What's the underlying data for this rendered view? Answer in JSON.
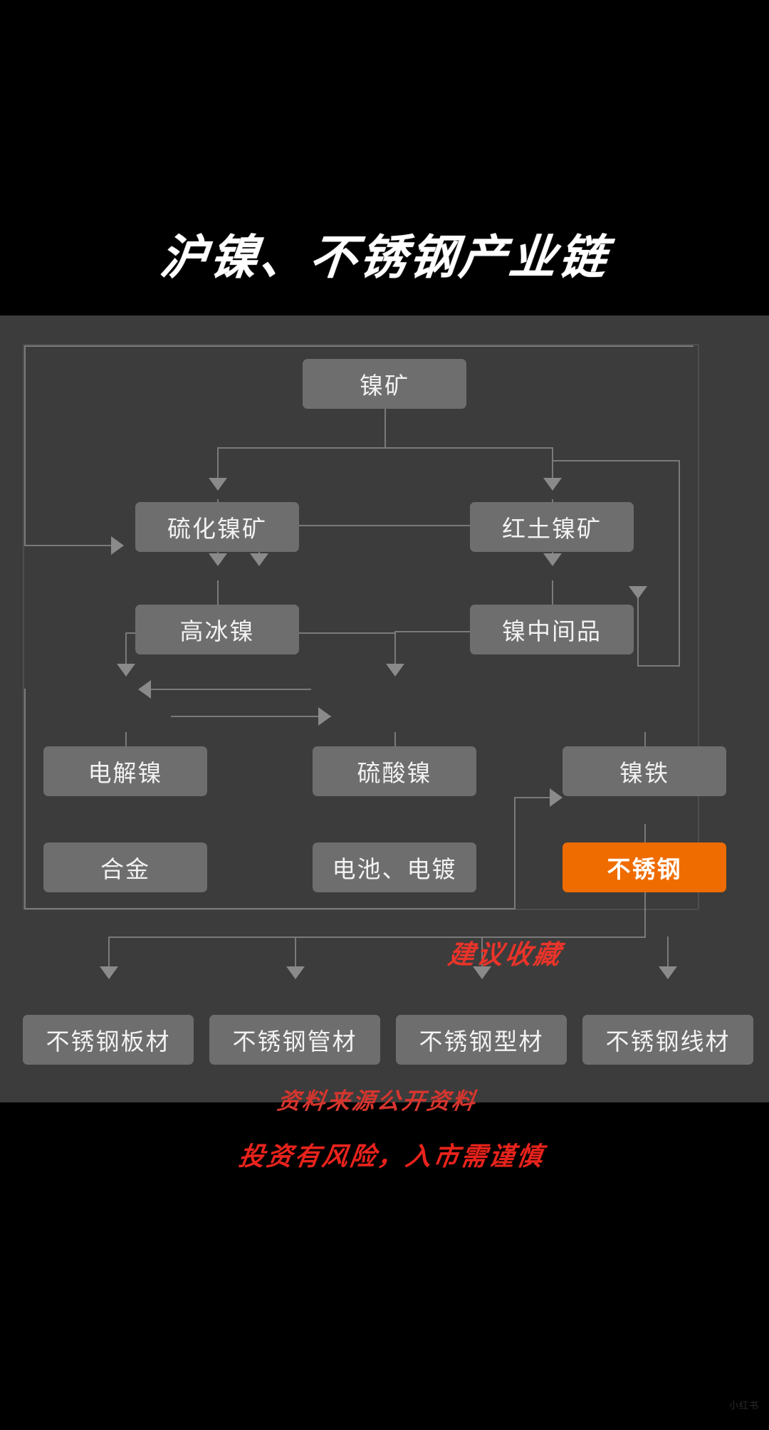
{
  "title": "沪镍、不锈钢产业链",
  "notes": {
    "collect": "建议收藏",
    "source": "资料来源公开资料",
    "risk": "投资有风险，入市需谨慎"
  },
  "colors": {
    "background": "#000000",
    "panel": "#3c3c3c",
    "node": "#6e6e6e",
    "node_highlight": "#ef6c00",
    "connector": "#7a7a7a",
    "note_red": "#e8342a",
    "title_text": "#ffffff"
  },
  "watermark": "小红书",
  "chart_data": {
    "type": "diagram",
    "title": "沪镍、不锈钢产业链",
    "nodes": [
      {
        "id": "nickel_ore",
        "label": "镍矿",
        "level": 1,
        "highlight": false
      },
      {
        "id": "sulfide_ore",
        "label": "硫化镍矿",
        "level": 2,
        "highlight": false
      },
      {
        "id": "laterite_ore",
        "label": "红土镍矿",
        "level": 2,
        "highlight": false
      },
      {
        "id": "high_matte",
        "label": "高冰镍",
        "level": 3,
        "highlight": false
      },
      {
        "id": "mhp",
        "label": "镍中间品",
        "level": 3,
        "highlight": false
      },
      {
        "id": "electro_nickel",
        "label": "电解镍",
        "level": 4,
        "highlight": false
      },
      {
        "id": "nickel_sulfate",
        "label": "硫酸镍",
        "level": 4,
        "highlight": false
      },
      {
        "id": "nickel_pig_iron",
        "label": "镍铁",
        "level": 4,
        "highlight": false
      },
      {
        "id": "alloy",
        "label": "合金",
        "level": 5,
        "highlight": false
      },
      {
        "id": "battery_plating",
        "label": "电池、电镀",
        "level": 5,
        "highlight": false
      },
      {
        "id": "stainless_steel",
        "label": "不锈钢",
        "level": 5,
        "highlight": true
      },
      {
        "id": "ss_plate",
        "label": "不锈钢板材",
        "level": 6,
        "highlight": false
      },
      {
        "id": "ss_pipe",
        "label": "不锈钢管材",
        "level": 6,
        "highlight": false
      },
      {
        "id": "ss_section",
        "label": "不锈钢型材",
        "level": 6,
        "highlight": false
      },
      {
        "id": "ss_wire",
        "label": "不锈钢线材",
        "level": 6,
        "highlight": false
      }
    ],
    "edges": [
      {
        "from": "nickel_ore",
        "to": "sulfide_ore",
        "direction": "one-way"
      },
      {
        "from": "nickel_ore",
        "to": "laterite_ore",
        "direction": "one-way"
      },
      {
        "from": "sulfide_ore",
        "to": "high_matte",
        "direction": "one-way"
      },
      {
        "from": "laterite_ore",
        "to": "high_matte",
        "direction": "one-way"
      },
      {
        "from": "laterite_ore",
        "to": "mhp",
        "direction": "one-way"
      },
      {
        "from": "laterite_ore",
        "to": "nickel_pig_iron",
        "direction": "one-way"
      },
      {
        "from": "high_matte",
        "to": "electro_nickel",
        "direction": "one-way"
      },
      {
        "from": "high_matte",
        "to": "nickel_sulfate",
        "direction": "one-way"
      },
      {
        "from": "mhp",
        "to": "nickel_sulfate",
        "direction": "one-way"
      },
      {
        "from": "nickel_sulfate",
        "to": "electro_nickel",
        "direction": "two-way"
      },
      {
        "from": "electro_nickel",
        "to": "alloy",
        "direction": "one-way"
      },
      {
        "from": "electro_nickel",
        "to": "stainless_steel",
        "direction": "one-way"
      },
      {
        "from": "nickel_sulfate",
        "to": "battery_plating",
        "direction": "one-way"
      },
      {
        "from": "nickel_pig_iron",
        "to": "stainless_steel",
        "direction": "one-way"
      },
      {
        "from": "stainless_steel",
        "to": "ss_plate",
        "direction": "one-way"
      },
      {
        "from": "stainless_steel",
        "to": "ss_pipe",
        "direction": "one-way"
      },
      {
        "from": "stainless_steel",
        "to": "ss_section",
        "direction": "one-way"
      },
      {
        "from": "stainless_steel",
        "to": "ss_wire",
        "direction": "one-way"
      }
    ]
  }
}
